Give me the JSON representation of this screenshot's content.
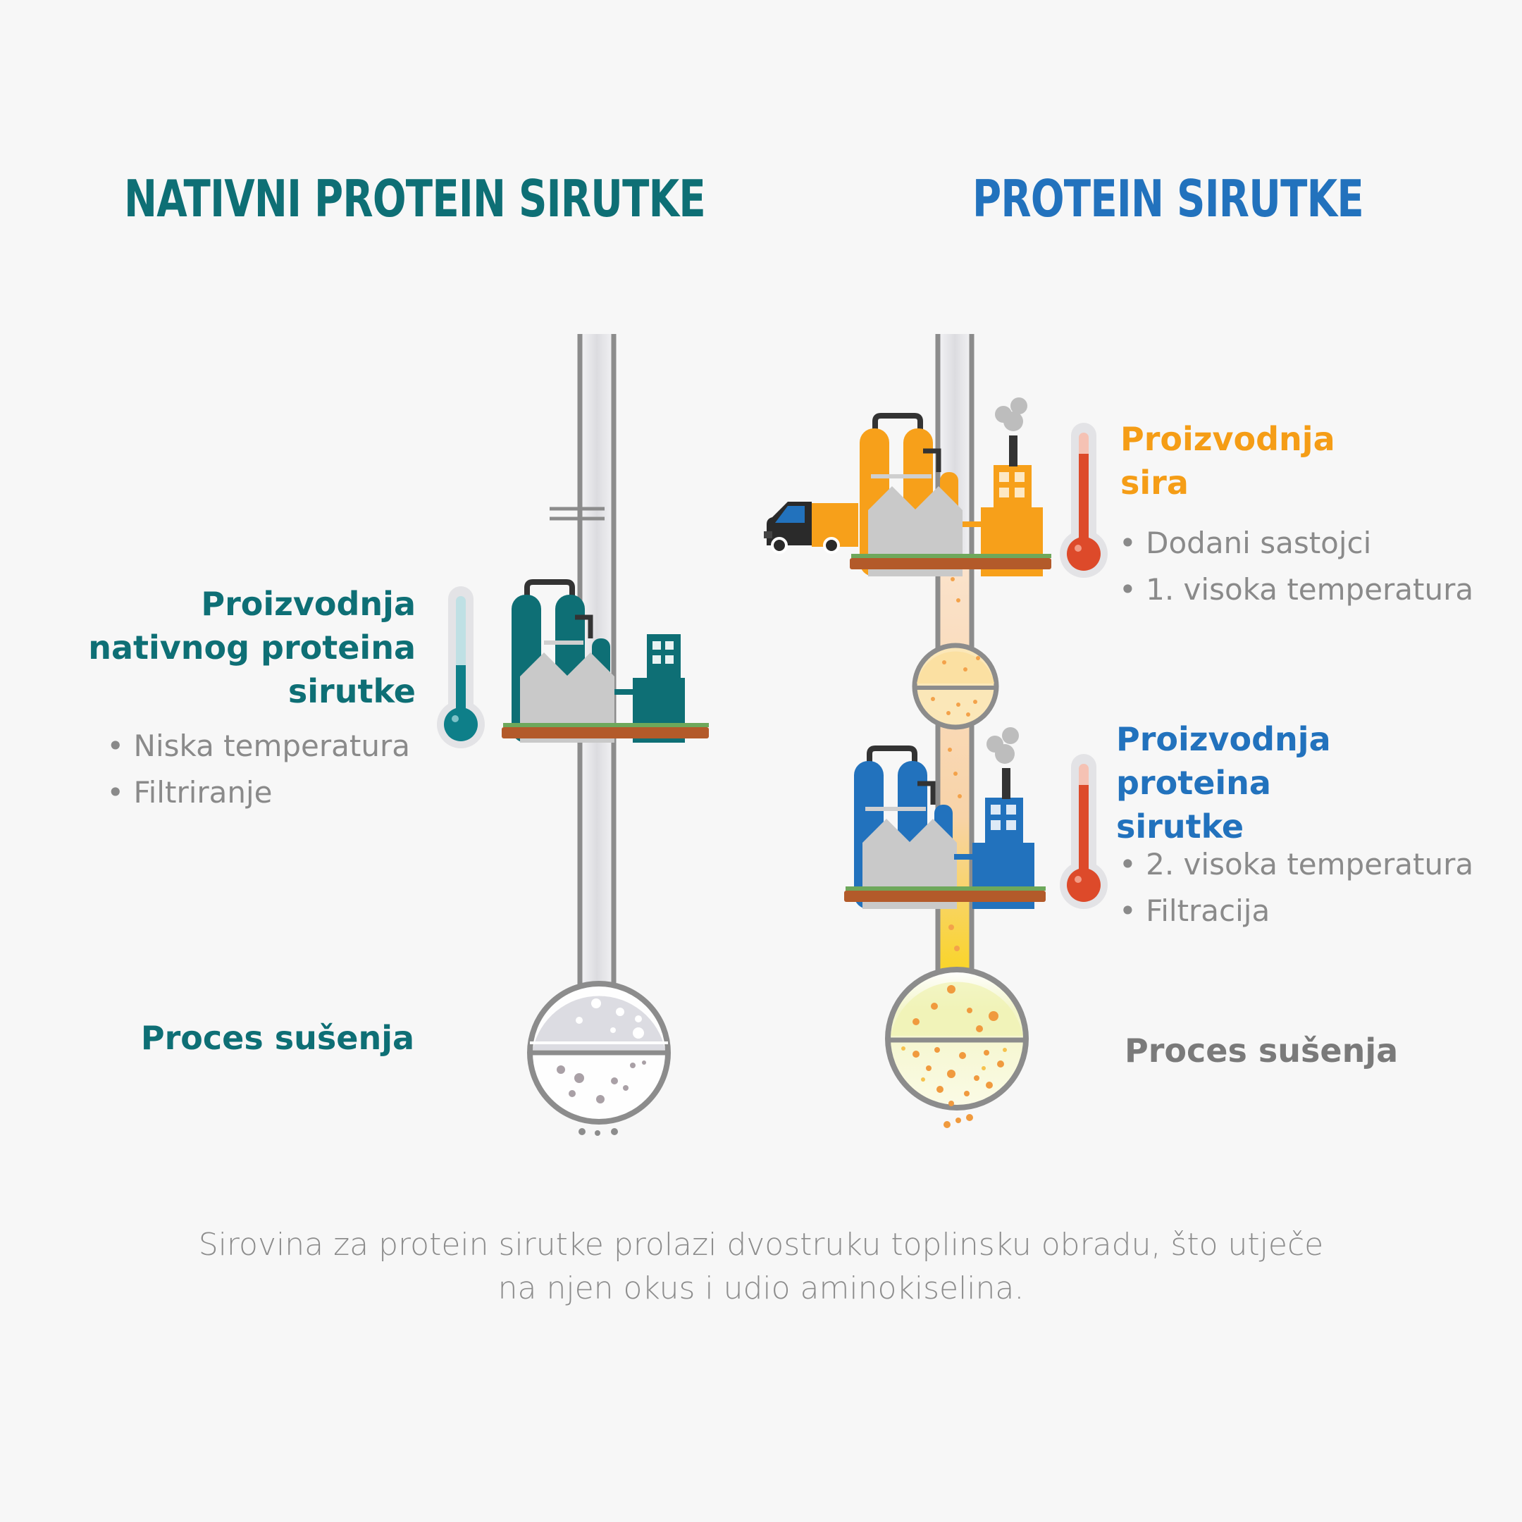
{
  "titles": {
    "left": "NATIVNI PROTEIN SIRUTKE",
    "right": "PROTEIN SIRUTKE"
  },
  "left": {
    "stage": {
      "label_lines": [
        "Proizvodnja",
        "nativnog proteina",
        "sirutke"
      ],
      "bullets": [
        "Niska temperatura",
        "Filtriranje"
      ]
    },
    "drying_label": "Proces sušenja"
  },
  "right": {
    "stage1": {
      "label_lines": [
        "Proizvodnja",
        "sira"
      ],
      "bullets": [
        "Dodani sastojci",
        "1. visoka temperatura"
      ]
    },
    "stage2": {
      "label_lines": [
        "Proizvodnja",
        "proteina",
        "sirutke"
      ],
      "bullets": [
        "2. visoka temperatura",
        "Filtracija"
      ]
    },
    "drying_label": "Proces sušenja"
  },
  "caption_lines": [
    "Sirovina za protein sirutke prolazi dvostruku toplinsku obradu, što utječe",
    "na njen okus i udio aminokiselina."
  ],
  "colors": {
    "teal": "#0e6f75",
    "blue": "#2272bd",
    "orange": "#f59d16",
    "thermo_red": "#dd4a2a",
    "grey_text": "#8a8a8a"
  },
  "icons": [
    "factory-icon",
    "thermometer-icon",
    "truck-icon",
    "flask-icon",
    "pipe-icon"
  ]
}
